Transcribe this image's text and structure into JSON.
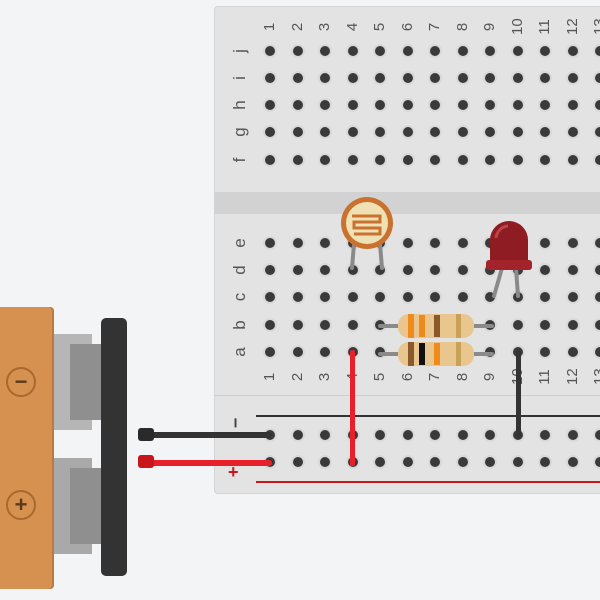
{
  "breadboard": {
    "column_numbers": [
      "1",
      "2",
      "3",
      "4",
      "5",
      "6",
      "7",
      "8",
      "9",
      "10",
      "11",
      "12",
      "13"
    ],
    "top_rows": [
      "j",
      "i",
      "h",
      "g",
      "f"
    ],
    "bottom_rows": [
      "e",
      "d",
      "c",
      "b",
      "a"
    ],
    "rail_minus": "−",
    "rail_plus": "+",
    "colors": {
      "board": "#e3e3e3",
      "hole": "#3a3a3a",
      "minus_rail": "#333333",
      "plus_rail": "#c8161d"
    }
  },
  "battery": {
    "negative_label": "−",
    "positive_label": "+",
    "color": "#d6904f"
  },
  "components": {
    "photoresistor": "photoresistor-icon",
    "led": "led-icon",
    "resistors": [
      "resistor-icon",
      "resistor-icon"
    ],
    "wires": {
      "red": "#e8202a",
      "black": "#333333"
    }
  }
}
